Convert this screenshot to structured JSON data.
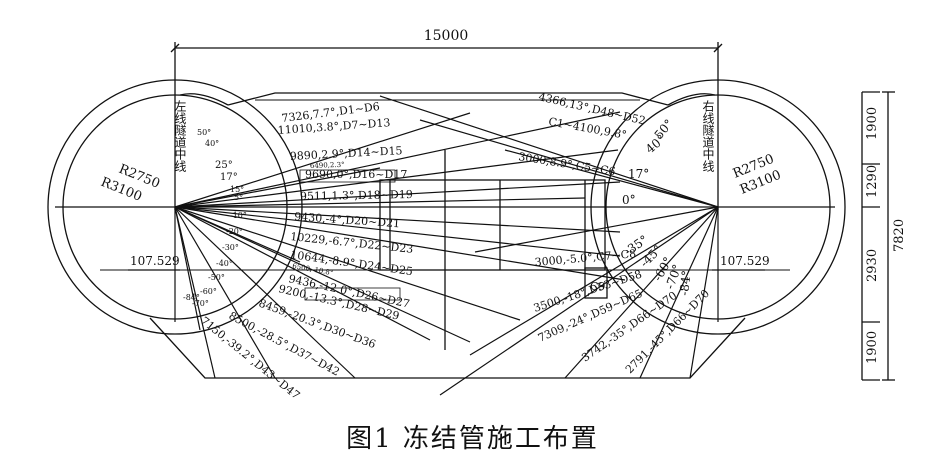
{
  "caption": "图1   冻结管施工布置",
  "dimensions": {
    "total_width": "15000",
    "total_height": "7820",
    "right_segments": [
      "1900",
      "1290",
      "2930",
      "1900"
    ],
    "left_offset": "107.529",
    "right_offset": "107.529"
  },
  "tunnels": {
    "left_label": "左线隧道中线",
    "right_label": "右线隧道中线",
    "inner_radius": "R2750",
    "outer_radius": "R3100"
  },
  "angle_labels": {
    "left": [
      "50°",
      "40°",
      "25°",
      "17°",
      "15°",
      "5°",
      "-10°",
      "-20°",
      "-30°",
      "-40°",
      "-50°",
      "-60°",
      "-70°",
      "-84°"
    ],
    "right": [
      "50°",
      "40°",
      "17°",
      "0°",
      "-35°",
      "-45°",
      "-60°",
      "-70°",
      "-84°"
    ]
  },
  "pipe_labels": [
    "7326,7.7°,D1~D6",
    "11010,3.8°,D7~D13",
    "9890,2.9°,D14~D15",
    "6490,2.3°",
    "9690,0°,D16~D17",
    "9511,1.3°,D18~D19",
    "9430,-4°,D20~D21",
    "10229,-6.7°,D22~D23",
    "10644,-8.9°,D24~D25",
    "6500,-10.8°",
    "9436,-12.0°,D26~D27",
    "9200,-13.3°,D28~D29",
    "8459,-20.3°,D30~D36",
    "8500,-28.5°,D37~D42",
    "7150,-39.2°,D43~D47",
    "4366,13°,D48~D52",
    "C1~4100,9.8°",
    "3000,8.9°,C5~C6",
    "3000,-5.0°,C7~C8",
    "C9",
    "3500,-18°,D53~D58",
    "7309,-24°,D59~D65",
    "3742,-35°,D66~D70",
    "2791,-45°,D66~D70"
  ]
}
